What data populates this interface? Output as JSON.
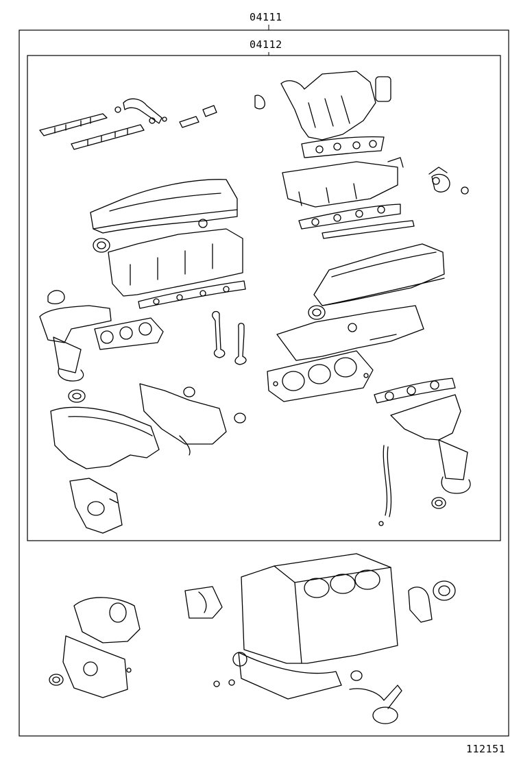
{
  "labels": {
    "outer_part_number": "04111",
    "inner_part_number": "04112",
    "diagram_number": "112151"
  }
}
